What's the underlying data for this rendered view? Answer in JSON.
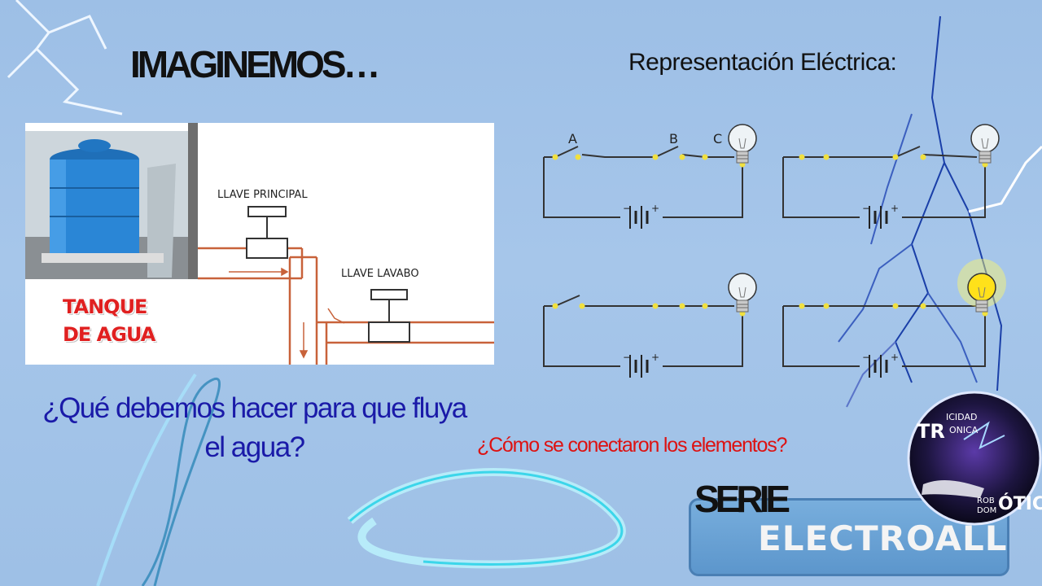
{
  "slide": {
    "title": "IMAGINEMOS…",
    "representation_title": "Representación Eléctrica:",
    "question_water": "¿Qué debemos hacer para que fluya el agua?",
    "question_circuit": "¿Cómo se conectaron los elementos?",
    "series_label": "SERIE"
  },
  "water_diagram": {
    "tank_label_line1": "TANQUE",
    "tank_label_line2": "DE AGUA",
    "main_valve_label": "LLAVE PRINCIPAL",
    "sink_valve_label": "LLAVE LAVABO"
  },
  "circuits": {
    "switch_a": "A",
    "switch_b": "B",
    "lamp_c": "C",
    "battery_minus": "−",
    "battery_plus": "+"
  },
  "brand": {
    "name": "ELECTROALL",
    "logo_fragments": [
      "TR",
      "ICIDAD",
      "ONICA",
      "ROB",
      "DOM",
      "ÓTIC"
    ]
  },
  "colors": {
    "background": "#a2c3e8",
    "question_blue": "#1a1aa8",
    "question_red": "#dd1212",
    "tank_label_red": "#e02020",
    "pipe_brown": "#c8623a",
    "lamp_lit": "#ffe11a"
  }
}
